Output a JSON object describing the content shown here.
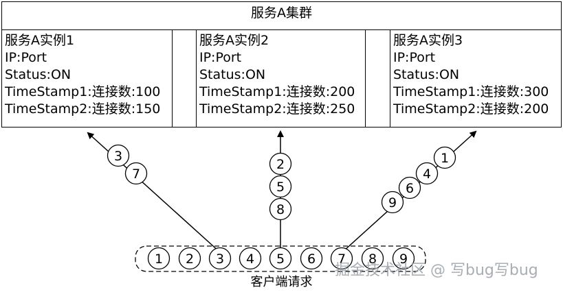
{
  "cluster": {
    "title": "服务A集群"
  },
  "instances": [
    {
      "name": "服务A实例1",
      "ip": "IP:Port",
      "status": "Status:ON",
      "ts1": "TimeStamp1:连接数:100",
      "ts2": "TimeStamp2:连接数:150"
    },
    {
      "name": "服务A实例2",
      "ip": "IP:Port",
      "status": "Status:ON",
      "ts1": "TimeStamp1:连接数:200",
      "ts2": "TimeStamp2:连接数:250"
    },
    {
      "name": "服务A实例3",
      "ip": "IP:Port",
      "status": "Status:ON",
      "ts1": "TimeStamp1:连接数:300",
      "ts2": "TimeStamp2:连接数:200"
    }
  ],
  "client": {
    "label": "客户端请求",
    "requests": [
      "1",
      "2",
      "3",
      "4",
      "5",
      "6",
      "7",
      "8",
      "9"
    ]
  },
  "routes": {
    "instance1": [
      "3",
      "7"
    ],
    "instance2": [
      "2",
      "5",
      "8"
    ],
    "instance3": [
      "1",
      "4",
      "6",
      "9"
    ]
  },
  "watermark": "掘金技术社区 @ 写bug写bug"
}
